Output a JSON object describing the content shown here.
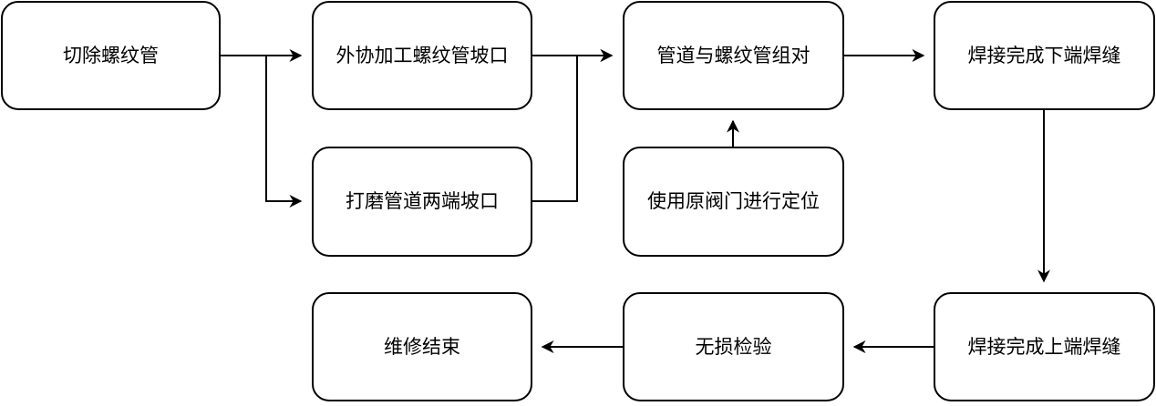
{
  "diagram": {
    "nodes": {
      "cut": "切除螺纹管",
      "outsource": "外协加工螺纹管坡口",
      "grind": "打磨管道两端坡口",
      "assemble": "管道与螺纹管组对",
      "position": "使用原阀门进行定位",
      "weld_lower": "焊接完成下端焊缝",
      "weld_upper": "焊接完成上端焊缝",
      "ndt": "无损检验",
      "end": "维修结束"
    },
    "edges": [
      {
        "from": "cut",
        "to": "outsource"
      },
      {
        "from": "cut",
        "to": "grind"
      },
      {
        "from": "outsource",
        "to": "assemble"
      },
      {
        "from": "grind",
        "to": "assemble"
      },
      {
        "from": "position",
        "to": "assemble"
      },
      {
        "from": "assemble",
        "to": "weld_lower"
      },
      {
        "from": "weld_lower",
        "to": "weld_upper"
      },
      {
        "from": "weld_upper",
        "to": "ndt"
      },
      {
        "from": "ndt",
        "to": "end"
      }
    ]
  }
}
